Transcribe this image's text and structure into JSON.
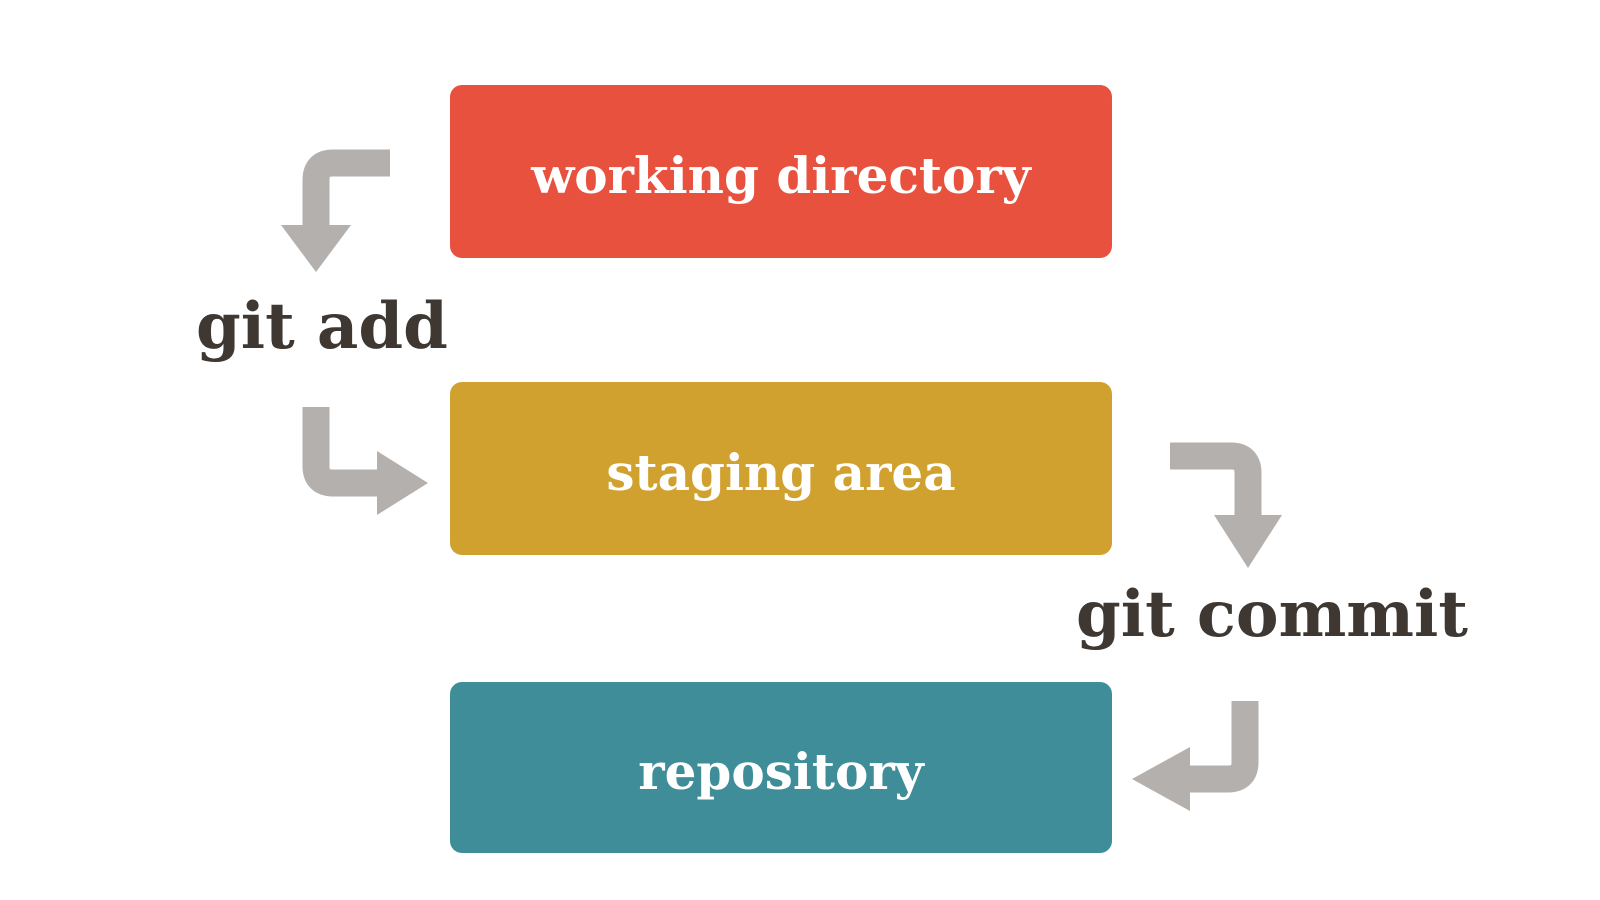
{
  "diagram": {
    "background": "#FFFFFF",
    "arrow_color": "#B4B0AD",
    "command_label_color": "#3F3832",
    "nodes": [
      {
        "id": "working-directory",
        "label": "working directory",
        "color": "#E8513D",
        "text_color": "#FFFFFF"
      },
      {
        "id": "staging-area",
        "label": "staging area",
        "color": "#D1A12F",
        "text_color": "#FFFFFF"
      },
      {
        "id": "repository",
        "label": "repository",
        "color": "#3F8D98",
        "text_color": "#FFFFFF"
      }
    ],
    "commands": [
      {
        "id": "git-add",
        "label": "git add"
      },
      {
        "id": "git-commit",
        "label": "git commit"
      }
    ],
    "flow": [
      "working directory -> git add",
      "git add -> staging area",
      "staging area -> git commit",
      "git commit -> repository"
    ]
  }
}
